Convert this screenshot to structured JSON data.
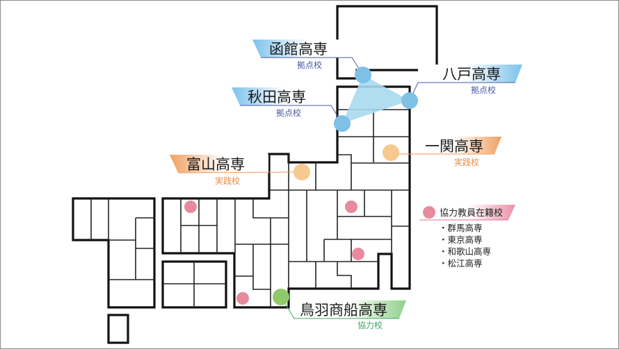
{
  "colors": {
    "hub": "#7ec0e6",
    "hub_triangle": "#a9d9ef",
    "practice": "#f5c98f",
    "cooperating": "#8fc96a",
    "faculty": "#e88a9e",
    "hub_line": "#4a5aa0",
    "practice_line": "#ee9a5a",
    "cooperating_line": "#3aa860",
    "faculty_line": "#e07090"
  },
  "schools": {
    "hakodate": {
      "name": "函館高専",
      "role": "拠点校"
    },
    "hachinohe": {
      "name": "八戸高専",
      "role": "拠点校"
    },
    "akita": {
      "name": "秋田高専",
      "role": "拠点校"
    },
    "toyama": {
      "name": "富山高専",
      "role": "実践校"
    },
    "ichinoseki": {
      "name": "一関高専",
      "role": "実践校"
    },
    "toba": {
      "name": "鳥羽商船高専",
      "role": "協力校"
    }
  },
  "legend": {
    "title": "協力教員在籍校",
    "items": [
      "・群馬高専",
      "・東京高専",
      "・和歌山高専",
      "・松江高専"
    ]
  }
}
